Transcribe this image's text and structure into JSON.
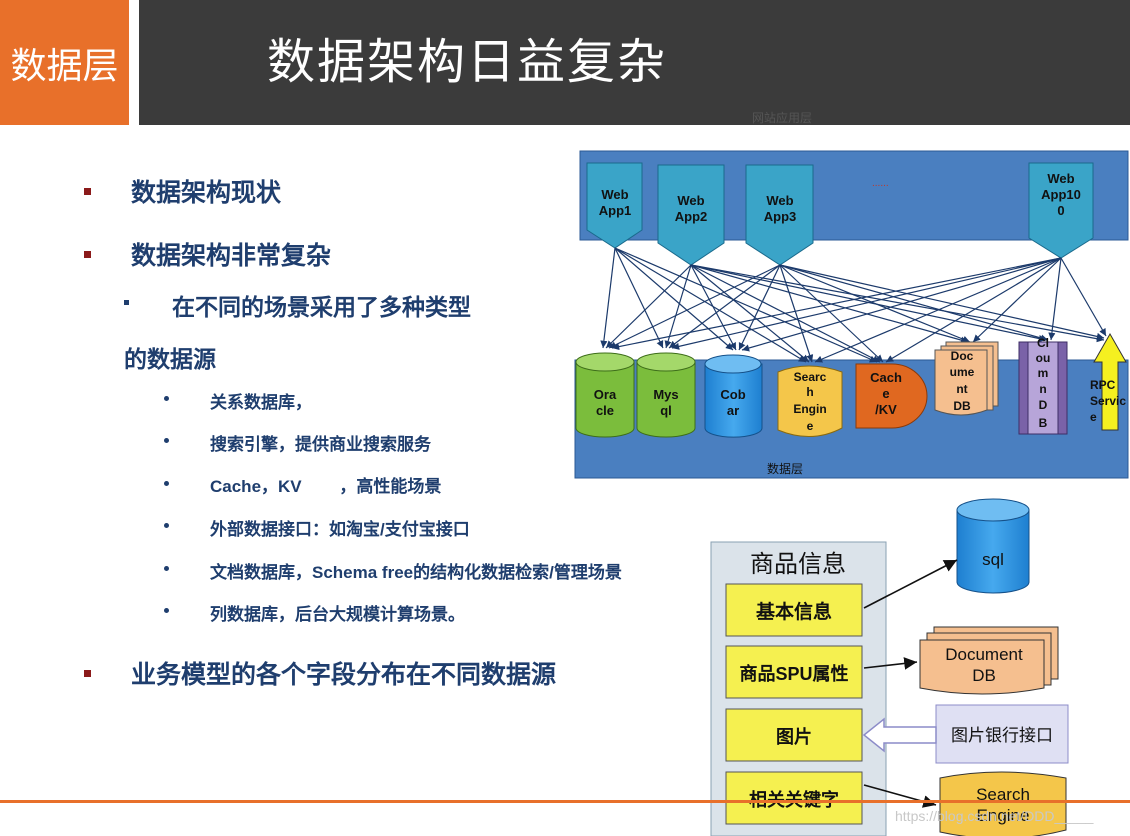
{
  "header": {
    "tag": "数据层",
    "title": "数据架构日益复杂"
  },
  "bullets": {
    "b1": "数据架构现状",
    "b2": "数据架构非常复杂",
    "b3a": "在不同的场景采用了多种类型",
    "b3b": "的数据源",
    "items": [
      "关系数据库，",
      "搜索引擎，提供商业搜索服务",
      "Cache，KV        ，高性能场景",
      "外部数据接口：如淘宝/支付宝接口",
      "文档数据库，Schema free的结构化数据检索/管理场景",
      "列数据库，后台大规模计算场景。"
    ],
    "b4": "业务模型的各个字段分布在不同数据源"
  },
  "arch": {
    "top_label": "网站应用层",
    "bottom_label": "数据层",
    "ellipsis": "......",
    "apps": [
      [
        "Web",
        "App1"
      ],
      [
        "Web",
        "App2"
      ],
      [
        "Web",
        "App3"
      ],
      [
        "Web",
        "App10",
        "0"
      ]
    ],
    "stores": {
      "oracle": [
        "Ora",
        "cle"
      ],
      "mysql": [
        "Mys",
        "ql"
      ],
      "cobar": [
        "Cob",
        "ar"
      ],
      "search": [
        "Searc",
        "h",
        "Engin",
        "e"
      ],
      "cache": [
        "Cach",
        "e",
        "/KV"
      ],
      "doc": [
        "Doc",
        "ume",
        "nt",
        "DB"
      ],
      "column": [
        "Cl",
        "ou",
        "m",
        "n",
        "D",
        "B"
      ],
      "rpc": [
        "RPC",
        "Servic",
        "e"
      ]
    }
  },
  "product": {
    "title": "商品信息",
    "fields": [
      "基本信息",
      "商品SPU属性",
      "图片",
      "相关关键字"
    ],
    "sql": "sql",
    "doc": [
      "Document",
      "DB"
    ],
    "bank": "图片银行接口",
    "search": [
      "Search",
      "Engine"
    ]
  },
  "watermark": "https://blog.csdn.net/DDD_____"
}
